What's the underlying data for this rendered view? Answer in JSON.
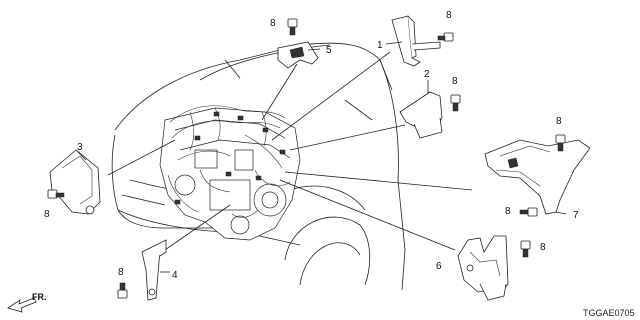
{
  "diagram_code": "TGGAE0705",
  "direction_label": "FR.",
  "callouts": {
    "c1": "1",
    "c2": "2",
    "c3": "3",
    "c4": "4",
    "c5": "5",
    "c6": "6",
    "c7": "7",
    "c8a": "8",
    "c8b": "8",
    "c8c": "8",
    "c8d": "8",
    "c8e": "8",
    "c8f": "8",
    "c8g": "8"
  }
}
